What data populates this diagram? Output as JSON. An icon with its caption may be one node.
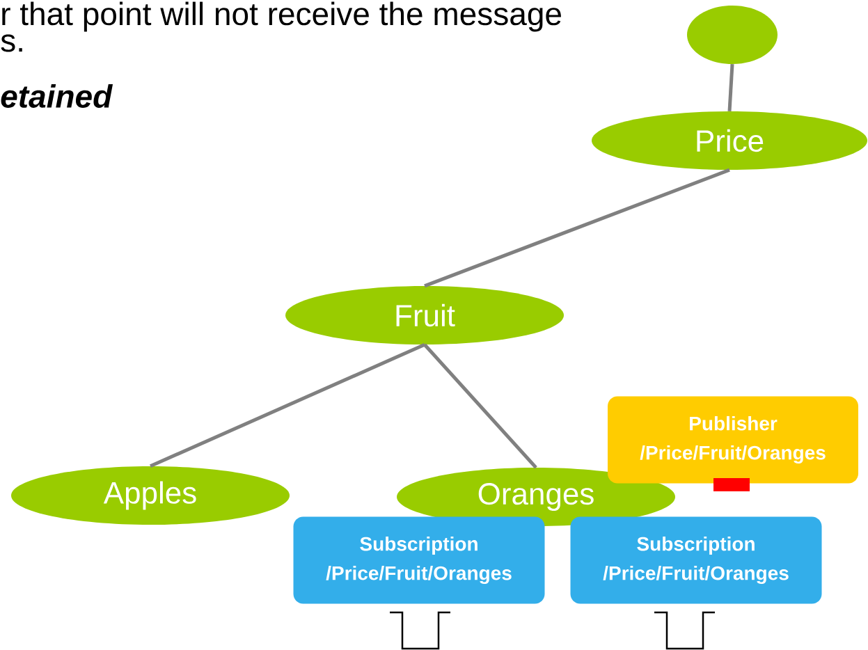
{
  "diagram": {
    "nodes": [
      {
        "text": [],
        "shape": "circle"
      },
      {
        "text": [
          "Price"
        ]
      },
      {
        "text": [
          "Fruit"
        ]
      },
      {
        "text": [
          "Apples"
        ]
      },
      {
        "text": [
          "Oranges"
        ]
      },
      {
        "text": [
          "Publisher",
          "/Price/Fruit/Oranges"
        ]
      },
      {
        "text": [
          "Subscription",
          "/Price/Fruit/Oranges"
        ]
      },
      {
        "text": [
          "Subscription",
          "/Price/Fruit/Oranges"
        ]
      }
    ],
    "edges": [
      {
        "from": 0,
        "to": 1,
        "arrow": "none"
      },
      {
        "from": 1,
        "to": 2,
        "arrow": "none"
      },
      {
        "from": 2,
        "to": 3,
        "arrow": "none"
      },
      {
        "from": 2,
        "to": 4,
        "arrow": "none"
      }
    ],
    "labels": [
      "r that point will not receive the message",
      "s.",
      "etained"
    ]
  }
}
